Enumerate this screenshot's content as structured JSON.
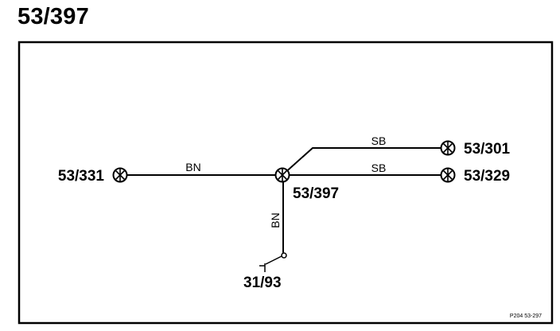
{
  "page_title": "53/397",
  "nodes": {
    "left": "53/331",
    "center": "53/397",
    "top_right": "53/301",
    "right": "53/329",
    "ground": "31/93"
  },
  "wires": {
    "left_to_center": "BN",
    "center_to_top_right": "SB",
    "center_to_right": "SB",
    "center_to_ground": "BN"
  },
  "reference": "P204  53-297",
  "colors": {
    "line": "#000000",
    "background": "#ffffff"
  }
}
